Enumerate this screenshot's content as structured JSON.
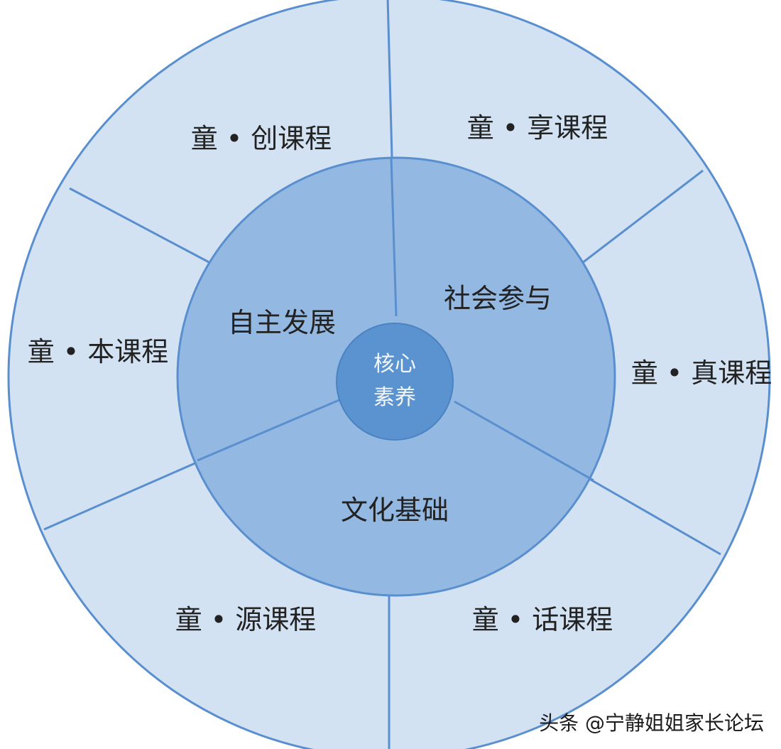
{
  "core": {
    "line1": "核心",
    "line2": "素养"
  },
  "middle_ring": {
    "autonomy": "自主发展",
    "social": "社会参与",
    "culture": "文化基础"
  },
  "outer_ring": {
    "create": "童 • 创课程",
    "enjoy": "童 • 享课程",
    "root": "童 • 本课程",
    "true": "童 • 真课程",
    "source": "童 • 源课程",
    "talk": "童 • 话课程"
  },
  "watermark": "头条 @宁静姐姐家长论坛",
  "colors": {
    "outer_fill": "#d3e2f3",
    "middle_fill": "#93b8e1",
    "core_fill": "#5b93d0",
    "line": "#5a8fcf"
  }
}
